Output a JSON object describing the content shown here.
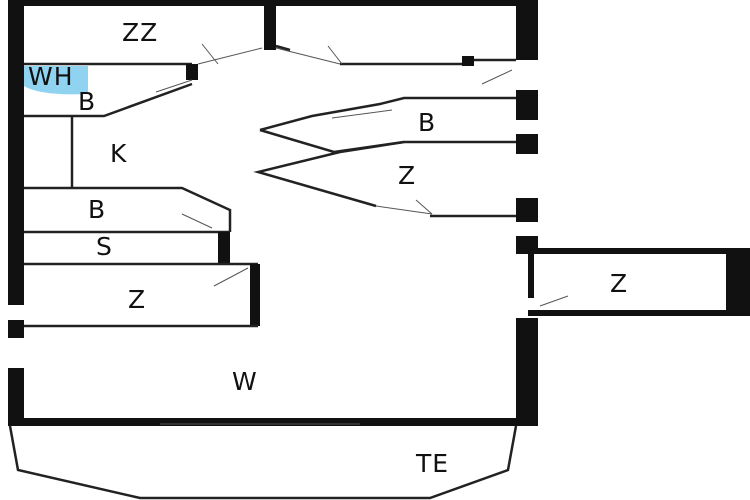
{
  "rooms": [
    {
      "key": "zz1",
      "label": "ZZ"
    },
    {
      "key": "wh",
      "label": "WH"
    },
    {
      "key": "b1",
      "label": "B"
    },
    {
      "key": "k",
      "label": "K"
    },
    {
      "key": "b2",
      "label": "B"
    },
    {
      "key": "s",
      "label": "S"
    },
    {
      "key": "z1",
      "label": "Z"
    },
    {
      "key": "w",
      "label": "W"
    },
    {
      "key": "te",
      "label": "TE"
    },
    {
      "key": "b3",
      "label": "B"
    },
    {
      "key": "z2",
      "label": "Z"
    },
    {
      "key": "z3",
      "label": "Z"
    }
  ],
  "colors": {
    "wall": "#111111",
    "wh_fill": "#8fd3f0",
    "background": "#ffffff"
  }
}
